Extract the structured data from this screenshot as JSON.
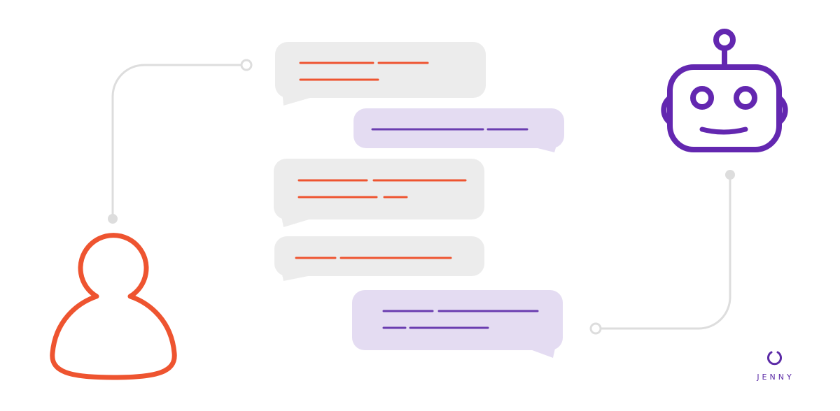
{
  "diagram": {
    "description": "Human-to-chatbot conversation illustration",
    "colors": {
      "user_accent": "#ee5430",
      "bot_accent": "#6327b0",
      "bot_line": "#6a3db0",
      "user_bubble": "#ececec",
      "bot_bubble": "#e4dcf2",
      "connector": "#dddddd"
    },
    "nodes": [
      {
        "id": "user",
        "icon": "person-icon",
        "color": "#ee5430"
      },
      {
        "id": "bot",
        "icon": "robot-icon",
        "color": "#6327b0"
      }
    ],
    "messages": [
      {
        "sender": "user",
        "lines": 2
      },
      {
        "sender": "bot",
        "lines": 1
      },
      {
        "sender": "user",
        "lines": 2
      },
      {
        "sender": "user",
        "lines": 1
      },
      {
        "sender": "bot",
        "lines": 2
      }
    ],
    "connectors": [
      {
        "from": "user",
        "to": "conversation-start"
      },
      {
        "from": "bot",
        "to": "conversation-end"
      }
    ]
  },
  "brand": {
    "name": "JENNY",
    "icon": "loading-ring-icon"
  }
}
